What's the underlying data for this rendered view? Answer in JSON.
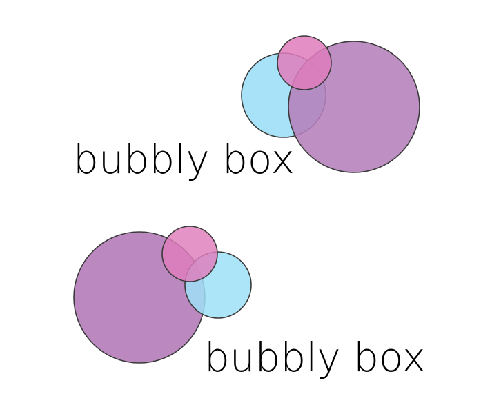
{
  "logos": [
    {
      "wordmark": "bubbly box",
      "bubbles": [
        {
          "name": "blue-bubble",
          "fill": "#9fe0f7"
        },
        {
          "name": "purple-bubble",
          "fill": "#b57fbb"
        },
        {
          "name": "pink-bubble",
          "fill": "#df7cbc"
        }
      ]
    },
    {
      "wordmark": "bubbly box",
      "bubbles": [
        {
          "name": "purple-bubble",
          "fill": "#b57fbb"
        },
        {
          "name": "blue-bubble",
          "fill": "#9fe0f7"
        },
        {
          "name": "pink-bubble",
          "fill": "#df7cbc"
        }
      ]
    }
  ],
  "colors": {
    "outline": "#3a3a3a",
    "text": "#000000",
    "background": "#ffffff"
  }
}
